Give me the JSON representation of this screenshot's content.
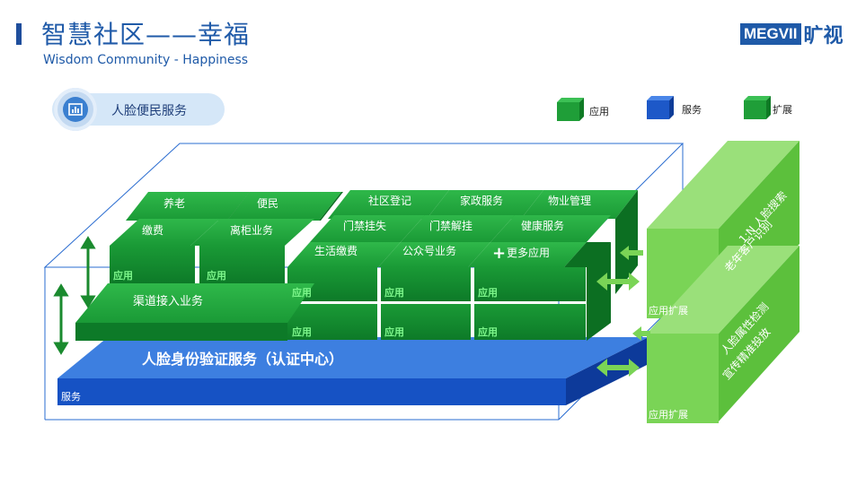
{
  "header": {
    "title": "智慧社区——幸福",
    "subtitle": "Wisdom Community - Happiness",
    "logo_text": "MEGVII",
    "logo_cn": "旷视"
  },
  "section": {
    "label": "人脸便民服务",
    "icon": "chart-icon"
  },
  "legend": {
    "items": [
      {
        "label": "应用",
        "color": "#22a03a"
      },
      {
        "label": "服务",
        "color": "#1f5ccc"
      },
      {
        "label": "扩展",
        "color": "#20a030"
      }
    ]
  },
  "diagram": {
    "tiles": {
      "yanglao": "养老",
      "bianmin": "便民",
      "shequ": "社区登记",
      "jiazheng": "家政服务",
      "wuye": "物业管理",
      "jiaofei": "缴费",
      "ligui": "离柜业务",
      "menjin_gua": "门禁挂失",
      "menjin_jie": "门禁解挂",
      "jiankang": "健康服务",
      "shenghuo": "生活缴费",
      "gongzhong": "公众号业务",
      "more": "更多应用"
    },
    "app_label": "应用",
    "channel": "渠道接入业务",
    "service_slab": "人脸身份验证服务（认证中心）",
    "service_label": "服务",
    "ext": {
      "label": "应用扩展",
      "top_line1": "1:N 人脸搜索",
      "top_line2": "老年客户识别",
      "bottom_line1": "人脸属性检测",
      "bottom_line2": "宣传精准投放"
    }
  }
}
